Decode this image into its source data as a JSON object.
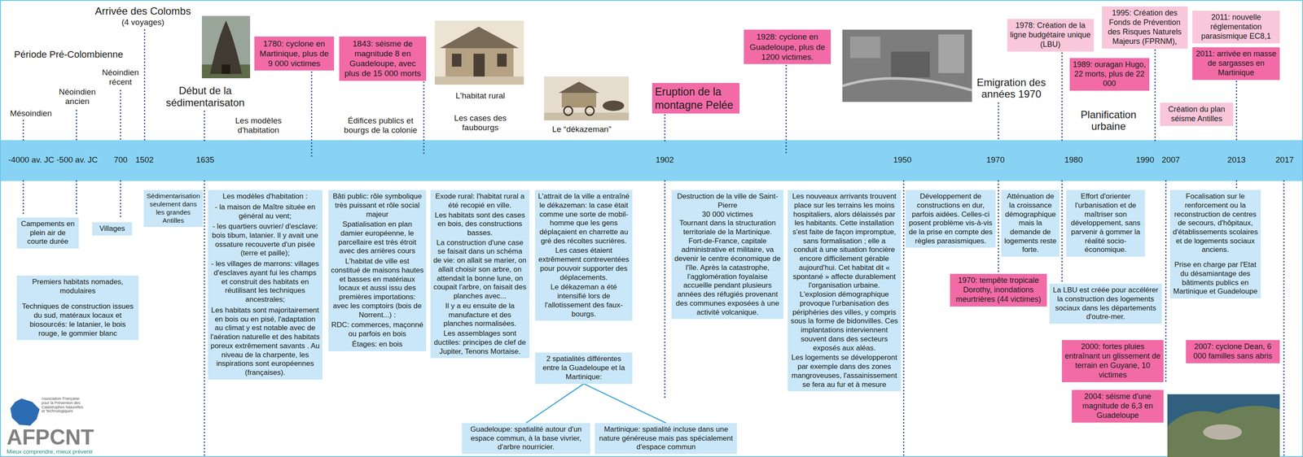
{
  "diagram": {
    "nodes": [
      {
        "text": [
          "1780: cyclone en Martinique, plus de 9 000 victimes"
        ]
      },
      {
        "text": [
          "1843: séisme de magnitude 8 en Guadeloupe, avec plus de 15 000 morts"
        ]
      },
      {
        "text": [
          "Eruption de la montagne Pelée"
        ]
      },
      {
        "text": [
          "1928: cyclone en Guadeloupe, plus de 1200 victimes."
        ]
      },
      {
        "text": [
          "1978: Création de la ligne budgétaire unique (LBU)"
        ]
      },
      {
        "text": [
          "1995: Création des Fonds de Prévention des Risques Naturels Majeurs (FPRNM),"
        ]
      },
      {
        "text": [
          "2011: nouvelle réglementation parasismique EC8,1"
        ]
      },
      {
        "text": [
          "1989: ouragan Hugo, 22 morts, plus de 22 000"
        ]
      },
      {
        "text": [
          "2011: arrivée en masse de sargasses en Martinique"
        ]
      },
      {
        "text": [
          "Création du plan séisme Antilles"
        ]
      },
      {
        "text": [
          "Campements en plein air de courte durée"
        ]
      },
      {
        "text": [
          "Villages"
        ]
      },
      {
        "text": [
          "Premiers habitats nomades, modulaires",
          "Techniques de construction issues du sud, matéraux locaux et biosourcés: le latanier, le bois rouge, le gommier blanc"
        ]
      },
      {
        "text": [
          "Sédimentarisation seulement dans les grandes Antilles"
        ]
      },
      {
        "text": [
          "Les modèles d'habitation :",
          "- la maison de Maître située en général au vent;",
          "- les quartiers ouvrier/ d'esclave: bois tibum, latanier. Il y avait une ossature recouverte d'un pisée (terre et paille);",
          "- les villages de marrons: villages d'esclaves ayant fui les champs et construit des habitats en réutilisant les techniques ancestrales;",
          "Les habitats sont majoritairement en bois ou en pisé, l'adaptation au climat y est notable avec de l'aération naturelle et des habitats poreux extrêmement savants . Au niveau de la charpente, les inspirations sont européennes (françaises)."
        ]
      },
      {
        "text": [
          "Bâti public: rôle symbolique très puissant et rôle social majeur",
          "Spatialisation en plan damier européenne, le parcellaire est très étroit avec des arrières cours",
          "L'habitat de ville est constitué de maisons hautes et basses en matériaux locaux et aussi issu des premières importations: avec les comptoirs (bois de Norrent...) :",
          "RDC: commerces, maçonné ou parfois en bois",
          "Étages: en bois"
        ]
      },
      {
        "text": [
          "Exode rural: l'habitat rural a été recopié en ville.",
          "Les habitats sont des cases en bois, des constructions basses.",
          "La construction d'une case se faisait dans un schéma de vie: on allait se marier, on allait choisir son arbre, on attendait la bonne lune, on coupait l'arbre, on faisait des planches avec...",
          "Il y a eu ensuite de la manufacture et des planches normalisées.",
          "Les assemblages sont ductiles: principes de clef de Jupiter, Tenons Mortaise."
        ]
      },
      {
        "text": [
          "L'attrait de la ville a entraîné le dékazeman: la case était comme une sorte de mobil-homme que les gens déplaçaient en charrette au gré des récoltes sucrières.",
          "Les cases étaient extrêmement contreventées pour pouvoir supporter des déplacements.",
          "Le dékazeman a été intensifié lors de l'allotissement des faux-bourgs."
        ]
      },
      {
        "text": [
          "2 spatialités différentes entre la Guadeloupe et la Martinique:"
        ]
      },
      {
        "text": [
          "Guadeloupe: spatialité autour d'un espace commun, à la base vivrier, d'arbre nourricier."
        ]
      },
      {
        "text": [
          "Martinique: spatialité incluse dans une nature généreuse mais pas spécialement d'espace commun"
        ]
      },
      {
        "text": [
          "Destruction de la ville de Saint-Pierre",
          "30 000 victimes",
          "Tournant dans la structuration territoriale de la Martinique.",
          "Fort-de-France, capitale administrative et militaire, va devenir le centre économique de l'île. Après la catastrophe, l'agglomération foyalaise accueille pendant plusieurs années des réfugiés provenant des communes exposées à une activité volcanique."
        ]
      },
      {
        "text": [
          "Les nouveaux arrivants trouvent place sur les terrains les moins hospitaliers, alors délaissés par les habitants. Cette installation s'est faite de façon impromptue, sans formalisation ; elle a conduit à une situation foncière encore difficilement gérable aujourd'hui. Cet habitat dit « spontané » affecte durablement l'organisation urbaine. L'explosion démographique provoque l'urbanisation des périphéries des villes, y compris sous la forme de bidonvilles. Ces implantations interviennent souvent dans des secteurs exposés aux aléas.",
          "Les logements se développeront par exemple dans des zones mangroveuses, l'assainissement se fera au fur et à mesure"
        ]
      },
      {
        "text": [
          "Développement de constructions en dur, parfois aidées. Celles-ci posent problème vis-à-vis de la prise en compte des règles parasismiques."
        ]
      },
      {
        "text": [
          "Atténuation de la croissance démographique mais la demande de logements reste forte."
        ]
      },
      {
        "text": [
          "1970: tempête tropicale Dorothy, inondations meurtrières (44 victimes)"
        ]
      },
      {
        "text": [
          "Effort d'orienter l'urbanisation et de maîtriser son développement, sans parvenir à gommer la réalité socio-économique."
        ]
      },
      {
        "text": [
          "La LBU est créée pour accélérer la construction des logements sociaux dans les départements d'outre-mer."
        ]
      },
      {
        "text": [
          "2000: fortes pluies entraînant un glissement de terrain en Guyane, 10 victimes"
        ]
      },
      {
        "text": [
          "2004: séisme d'une magnitude de 6,3 en Guadeloupe"
        ]
      },
      {
        "text": [
          "Focalisation sur le renforcement ou la reconstruction de centres de secours, d'hôpitaux, d'établissements scolaires et de logements sociaux anciens.",
          "Prise en charge par l'Etat du désamiantage des bâtiments publics en Martinique et Guadeloupe"
        ]
      },
      {
        "text": [
          "2007: cyclone Dean, 6 000 familles sans abris"
        ]
      }
    ],
    "edges": [
      {
        "from": 18,
        "to": 19,
        "arrow": "none"
      },
      {
        "from": 18,
        "to": 20,
        "arrow": "none"
      }
    ],
    "labels": [
      "Période Pré-Colombienne",
      "Arrivée des Colombs",
      "(4 voyages)",
      "Mésoindien",
      "Néoindien ancien",
      "Néoindien récent",
      "Début de la sédimentarisaton",
      "Les modèles d'habitation",
      "Édifices publics et bourgs de la colonie",
      "L'habitat rural",
      "Les cases des faubourgs",
      "Le “dékazeman”",
      "Emigration des années 1970",
      "Planification urbaine",
      "-4000 av. JC",
      "-500 av. JC",
      "700",
      "1502",
      "1635",
      "1902",
      "1950",
      "1970",
      "1980",
      "1990",
      "2007",
      "2013",
      "2017",
      "Association Française pour la Prévention des Catastrophes Naturelles et Technologiques",
      "AFPCNT",
      "Mieux comprendre, mieux prévenir"
    ]
  }
}
